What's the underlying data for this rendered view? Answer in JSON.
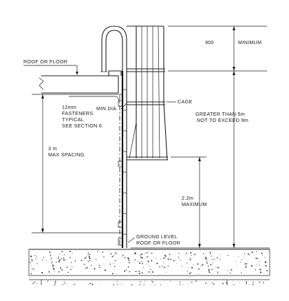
{
  "labels": {
    "roof_or_floor": "ROOF OR FLOOR",
    "fasteners_1": "12mm",
    "fasteners_2": "FASTENERS",
    "fasteners_3": "TYPICAL",
    "fasteners_4": "SEE SECTION 6",
    "min_dia": "MIN DIA",
    "cage": "CAGE",
    "dim_900": "900",
    "minimum": "MINIMUM",
    "greater_1": "GREATER THAN 5m",
    "greater_2": "NOT TO EXCEED 9m",
    "spacing_1": "3 m",
    "spacing_2": "MAX SPACING",
    "max_1": "2.2m",
    "max_2": "MAXIMUM",
    "ground_1": "GROUND LEVEL",
    "ground_2": "ROOF OR FLOOR"
  }
}
